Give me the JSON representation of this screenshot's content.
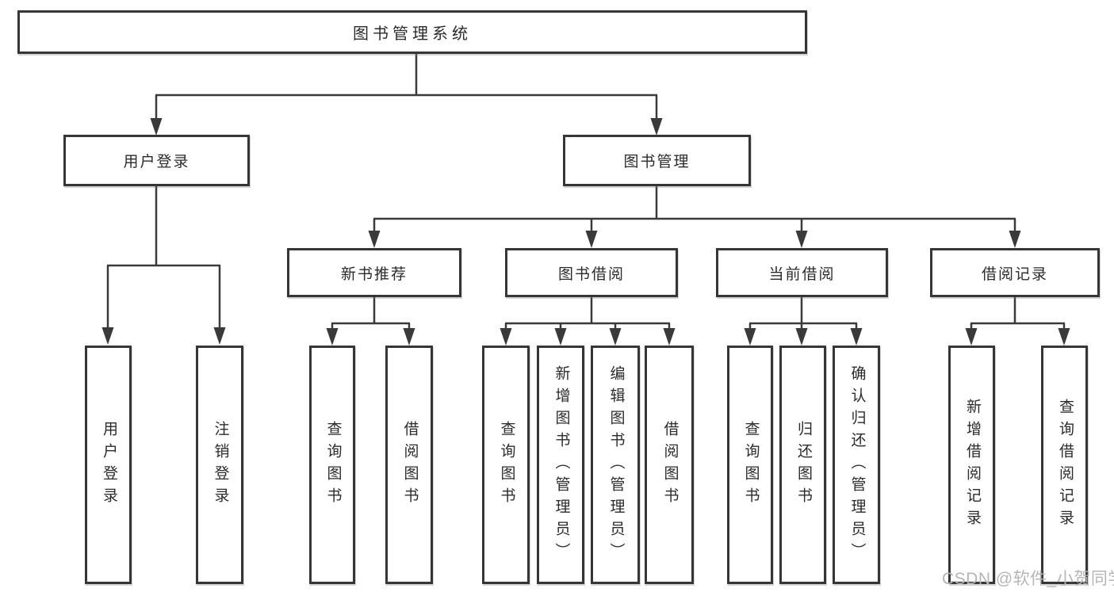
{
  "root": {
    "label": "图书管理系统"
  },
  "branches": {
    "user_login": {
      "label": "用户登录",
      "children": [
        "用户登录",
        "注销登录"
      ]
    },
    "book_management": {
      "label": "图书管理",
      "children": [
        {
          "label": "新书推荐",
          "children": [
            "查询图书",
            "借阅图书"
          ]
        },
        {
          "label": "图书借阅",
          "children": [
            "查询图书",
            "新增图书（管理员）",
            "编辑图书（管理员）",
            "借阅图书"
          ]
        },
        {
          "label": "当前借阅",
          "children": [
            "查询图书",
            "归还图书",
            "确认归还（管理员）"
          ]
        },
        {
          "label": "借阅记录",
          "children": [
            "新增借阅记录",
            "查询借阅记录"
          ]
        }
      ]
    }
  },
  "watermark": "CSDN @软件_小贺同学",
  "colors": {
    "line": "#3a3a3a",
    "box-border": "#363636",
    "text": "#2b2b2b",
    "watermark": "#b5b5b5",
    "canvas-bg": "#ffffff"
  }
}
